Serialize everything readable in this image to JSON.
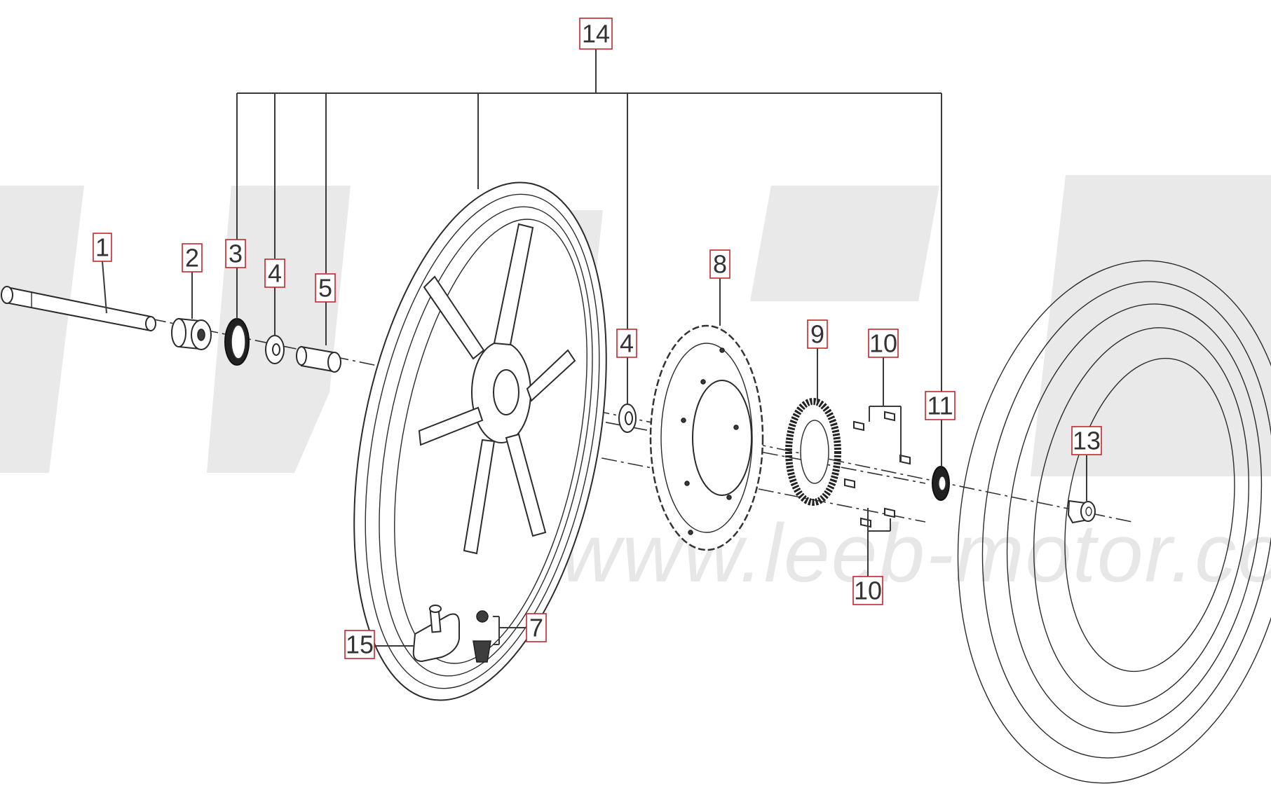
{
  "watermark": {
    "url": "www.leeb-motor.com"
  },
  "callouts": [
    {
      "id": "1",
      "label": "1"
    },
    {
      "id": "2",
      "label": "2"
    },
    {
      "id": "3",
      "label": "3"
    },
    {
      "id": "4a",
      "label": "4"
    },
    {
      "id": "5",
      "label": "5"
    },
    {
      "id": "4b",
      "label": "4"
    },
    {
      "id": "7",
      "label": "7"
    },
    {
      "id": "8",
      "label": "8"
    },
    {
      "id": "9",
      "label": "9"
    },
    {
      "id": "10a",
      "label": "10"
    },
    {
      "id": "10b",
      "label": "10"
    },
    {
      "id": "11",
      "label": "11"
    },
    {
      "id": "13",
      "label": "13"
    },
    {
      "id": "14",
      "label": "14"
    },
    {
      "id": "15",
      "label": "15"
    }
  ]
}
